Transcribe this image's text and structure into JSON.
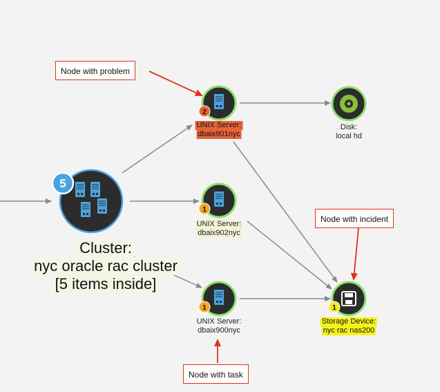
{
  "cluster": {
    "badge": "5",
    "label_lines": [
      "Cluster:",
      "nyc oracle rac cluster",
      "[5 items inside]"
    ]
  },
  "nodes": {
    "server901": {
      "badge": "2",
      "label_lines": [
        "UNIX Server:",
        "dbaix901nyc"
      ]
    },
    "server902": {
      "badge": "1",
      "label_lines": [
        "UNIX Server:",
        "dbaix902nyc"
      ]
    },
    "server900": {
      "badge": "1",
      "label_lines": [
        "UNIX Server:",
        "dbaix900nyc"
      ]
    },
    "disk": {
      "label_lines": [
        "Disk:",
        "local hd"
      ]
    },
    "storage": {
      "badge": "1",
      "label_lines": [
        "Storage Device:",
        "nyc rac nas200"
      ]
    }
  },
  "callouts": {
    "problem": "Node with problem",
    "incident": "Node with incident",
    "task": "Node with task"
  },
  "colors": {
    "ring": "#8ee06a",
    "node_fill": "#2c2c2c",
    "cluster_ring": "#4aa3df",
    "problem_badge": "#e8623a",
    "task_badge": "#f5a623",
    "incident_badge": "#f6e81e",
    "arrow": "#8a8a8a",
    "callout_arrow": "#e0301e"
  }
}
